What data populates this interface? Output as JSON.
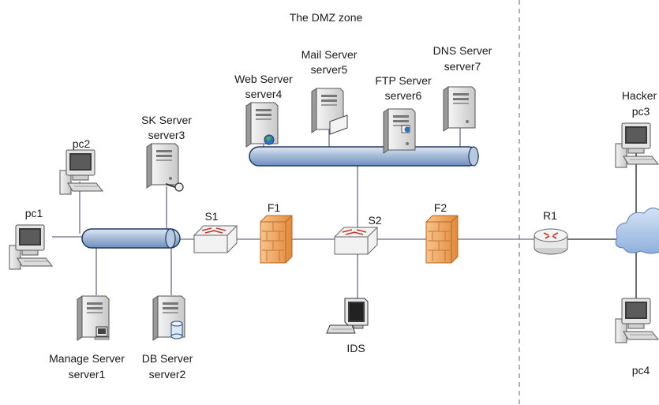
{
  "zone_title": "The DMZ zone",
  "nodes": {
    "pc1": {
      "label": "pc1"
    },
    "pc2": {
      "label": "pc2"
    },
    "pc3": {
      "label": "pc3",
      "role": "Hacker"
    },
    "pc4": {
      "label": "pc4"
    },
    "server1": {
      "label": "server1",
      "role": "Manage Server"
    },
    "server2": {
      "label": "server2",
      "role": "DB Server"
    },
    "server3": {
      "label": "server3",
      "role": "SK Server"
    },
    "server4": {
      "label": "server4",
      "role": "Web Server"
    },
    "server5": {
      "label": "server5",
      "role": "Mail Server"
    },
    "server6": {
      "label": "server6",
      "role": "FTP Server"
    },
    "server7": {
      "label": "server7",
      "role": "DNS Server"
    },
    "s1": {
      "label": "S1"
    },
    "s2": {
      "label": "S2"
    },
    "f1": {
      "label": "F1"
    },
    "f2": {
      "label": "F2"
    },
    "r1": {
      "label": "R1"
    },
    "ids": {
      "label": "IDS"
    }
  },
  "colors": {
    "bus_fill": "#a9bcd8",
    "bus_stroke": "#1f3a5f",
    "firewall": "#f0a060",
    "cloud": "#a8c4e6",
    "boundary": "#808080"
  }
}
